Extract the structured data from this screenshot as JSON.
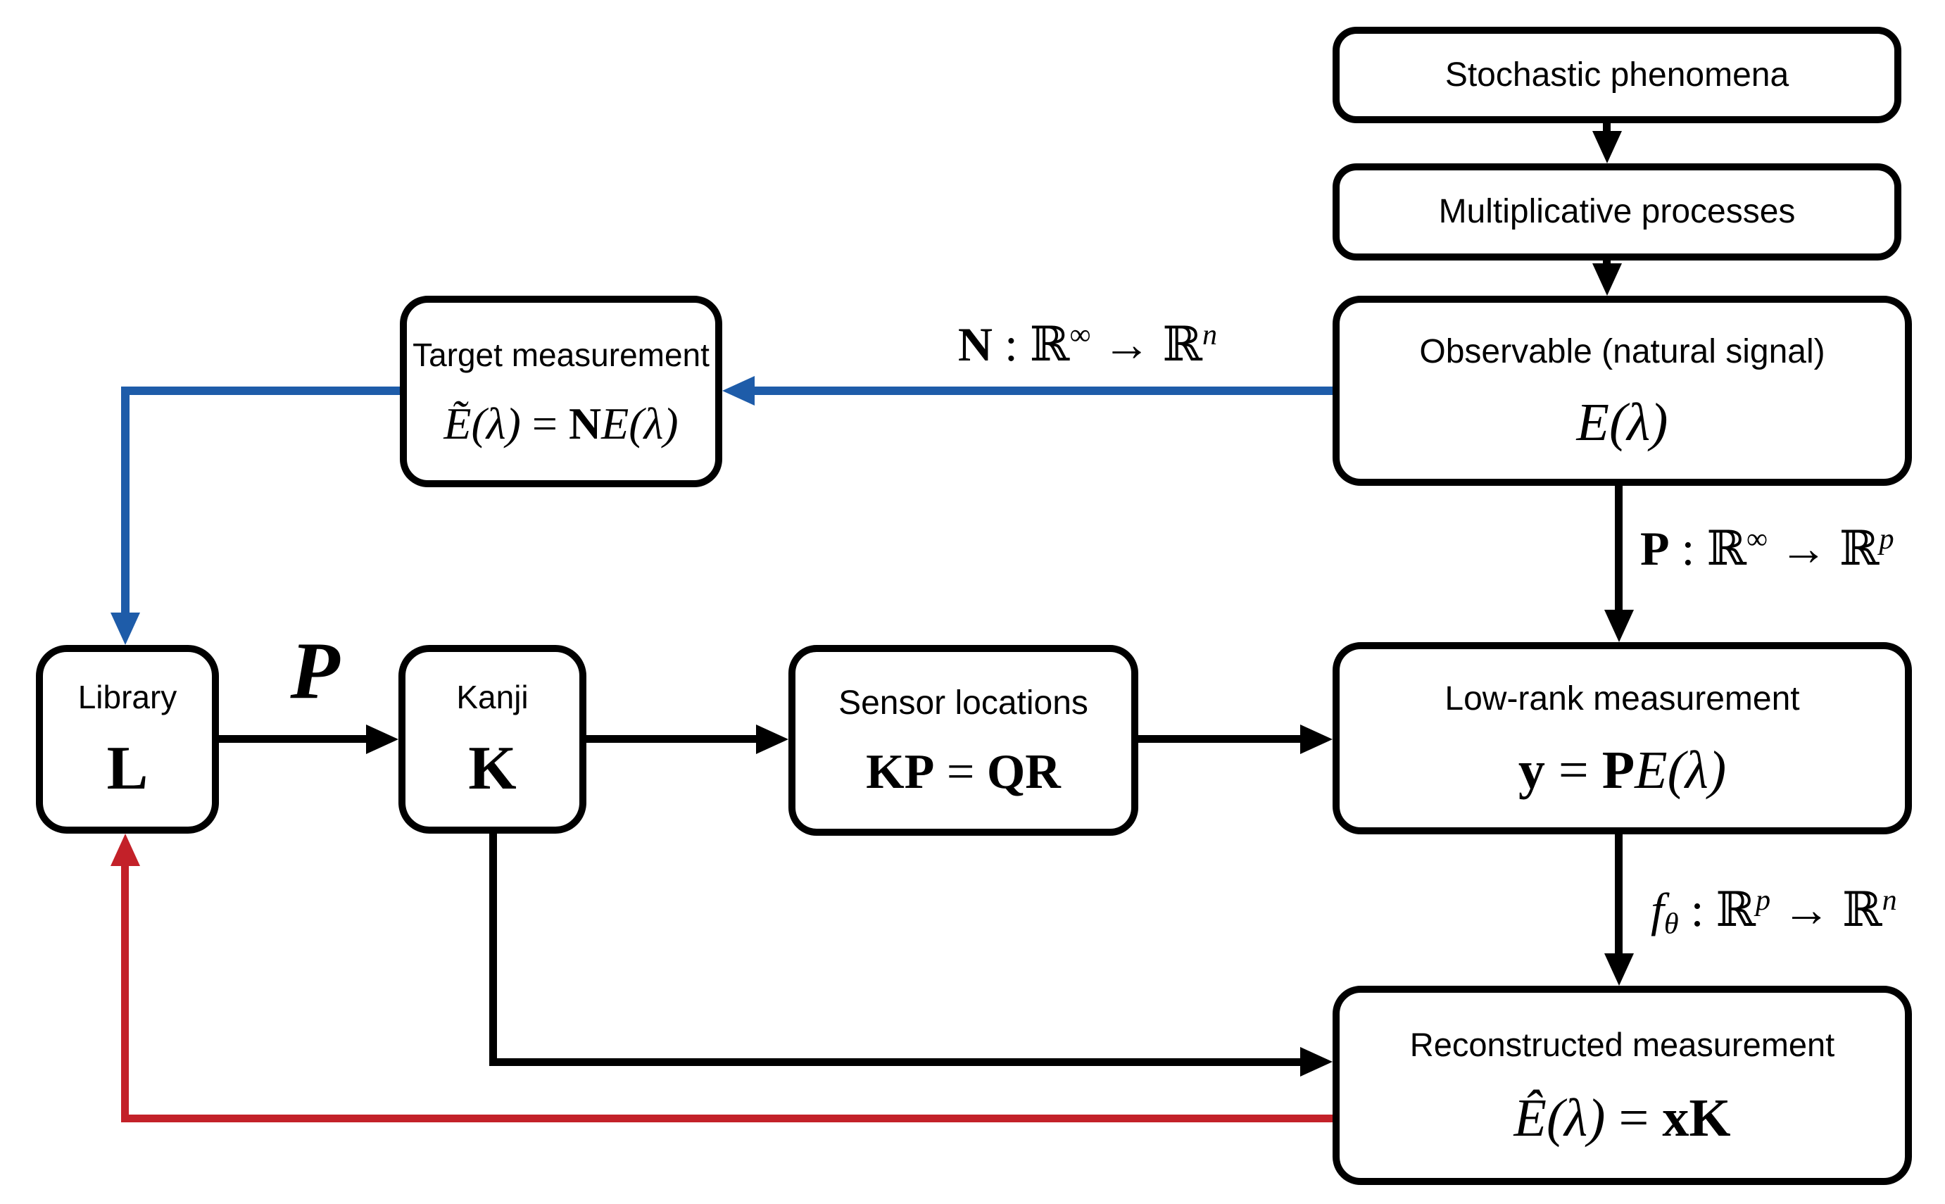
{
  "colors": {
    "box_border": "#000000",
    "arrow_black": "#000000",
    "arrow_blue": "#1e5ca9",
    "arrow_red": "#c32129",
    "background": "#ffffff"
  },
  "boxes": {
    "stochastic": {
      "title": "Stochastic phenomena"
    },
    "multiplicative": {
      "title": "Multiplicative processes"
    },
    "observable": {
      "title": "Observable (natural signal)",
      "formula": {
        "lhs": "E(λ)"
      }
    },
    "target": {
      "title": "Target measurement",
      "formula": {
        "lhs": "Ẽ(λ)",
        "eq": " = ",
        "op": "N",
        "rhs": "E(λ)"
      }
    },
    "lowrank": {
      "title": "Low-rank measurement",
      "formula": {
        "lhs": "y",
        "eq": " = ",
        "op": "P",
        "rhs": "E(λ)"
      }
    },
    "sensor": {
      "title": "Sensor locations",
      "formula": {
        "lhs": "KP",
        "eq": " = ",
        "rhs": "QR"
      }
    },
    "library": {
      "title": "Library",
      "symbol": "L"
    },
    "kanji": {
      "title": "Kanji",
      "symbol": "K"
    },
    "reconstructed": {
      "title": "Reconstructed measurement",
      "formula": {
        "lhs": "Ê(λ)",
        "eq": " = ",
        "rhs": "xK"
      }
    }
  },
  "edge_labels": {
    "n_map": {
      "op": "N",
      "colon": " : ",
      "dom": "ℝ",
      "dom_sup": "∞",
      "to": " → ",
      "cod": "ℝ",
      "cod_sup": "n"
    },
    "p_map": {
      "op": "P",
      "colon": " : ",
      "dom": "ℝ",
      "dom_sup": "∞",
      "to": " → ",
      "cod": "ℝ",
      "cod_sup": "p"
    },
    "f_map": {
      "op": "f",
      "op_sub": "θ",
      "colon": " : ",
      "dom": "ℝ",
      "dom_sup": "p",
      "to": " → ",
      "cod": "ℝ",
      "cod_sup": "n"
    },
    "script_p": "P"
  }
}
